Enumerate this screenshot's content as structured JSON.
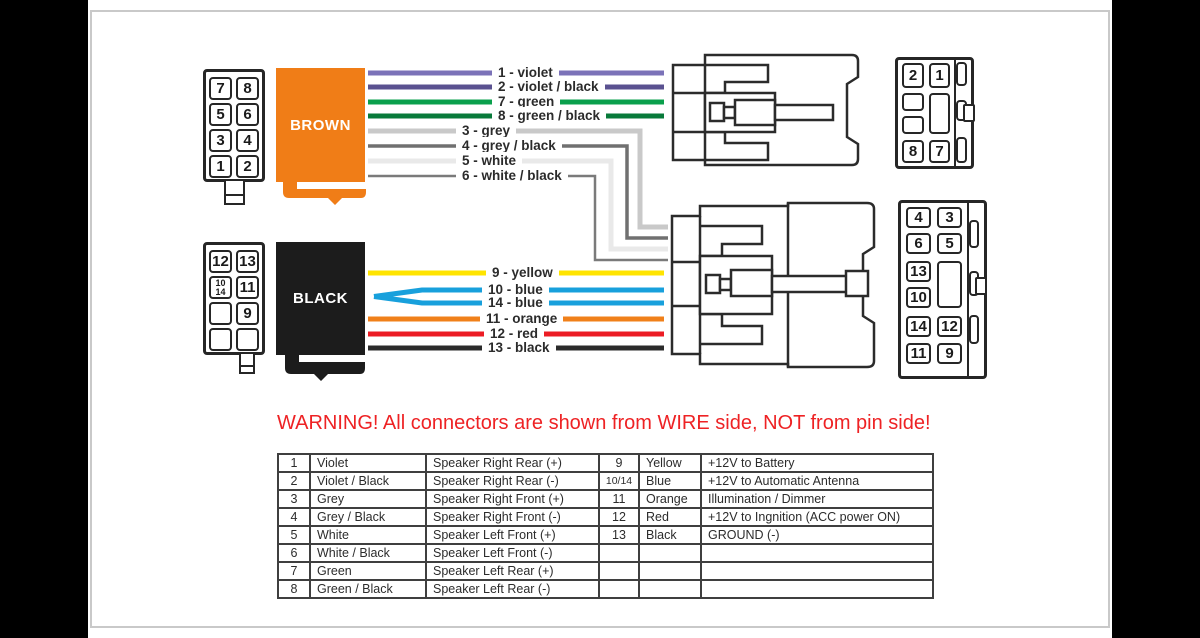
{
  "canvas": {
    "bg": "#000000",
    "card_bg": "#ffffff",
    "card_border": "#c9c9c9"
  },
  "warning": {
    "text": "WARNING! All connectors are shown from WIRE side, NOT from pin side!",
    "color": "#ee2224"
  },
  "iso_blocks": {
    "brown": {
      "label": "BROWN",
      "color": "#f07d17"
    },
    "black": {
      "label": "BLACK",
      "color": "#1c1c1c"
    }
  },
  "pin_grids": {
    "radio_top": {
      "cells": [
        "7",
        "8",
        "5",
        "6",
        "3",
        "4",
        "1",
        "2"
      ]
    },
    "radio_bottom": {
      "cells": [
        "12",
        "13",
        "10/14",
        "11",
        "",
        "9",
        "",
        ""
      ]
    },
    "car_top": {
      "cells": [
        "2",
        "1",
        "",
        "",
        "",
        "8",
        "7"
      ]
    },
    "car_bottom": {
      "cells": [
        "4",
        "3",
        "6",
        "5",
        "13",
        "",
        "10",
        "14",
        "12",
        "11",
        "9"
      ]
    }
  },
  "wires": {
    "top": [
      {
        "num": "1",
        "label": "1 - violet",
        "hex": "#7b72b8"
      },
      {
        "num": "2",
        "label": "2 - violet / black",
        "hex": "#5a5190"
      },
      {
        "num": "7",
        "label": "7 - green",
        "hex": "#0aa04c"
      },
      {
        "num": "8",
        "label": "8 - green / black",
        "hex": "#087a3a"
      },
      {
        "num": "3",
        "label": "3 - grey",
        "hex": "#c9c9c9"
      },
      {
        "num": "4",
        "label": "4 - grey / black",
        "hex": "#707070"
      },
      {
        "num": "5",
        "label": "5 - white",
        "hex": "#e9e9e9"
      },
      {
        "num": "6",
        "label": "6 - white / black",
        "hex": "#7a7a7a"
      }
    ],
    "bottom": [
      {
        "num": "9",
        "label": "9 - yellow",
        "hex": "#ffe400"
      },
      {
        "num": "10",
        "label": "10 - blue",
        "hex": "#18a0dc"
      },
      {
        "num": "14",
        "label": "14 - blue",
        "hex": "#18a0dc"
      },
      {
        "num": "11",
        "label": "11 - orange",
        "hex": "#f0801a"
      },
      {
        "num": "12",
        "label": "12 - red",
        "hex": "#ec1c24"
      },
      {
        "num": "13",
        "label": "13 - black",
        "hex": "#2b2b2b"
      }
    ]
  },
  "table": {
    "speaker_rows": [
      [
        "1",
        "Violet",
        "Speaker Right Rear (+)"
      ],
      [
        "2",
        "Violet / Black",
        "Speaker Right Rear (-)"
      ],
      [
        "3",
        "Grey",
        "Speaker Right Front (+)"
      ],
      [
        "4",
        "Grey / Black",
        "Speaker Right Front (-)"
      ],
      [
        "5",
        "White",
        "Speaker Left Front (+)"
      ],
      [
        "6",
        "White / Black",
        "Speaker Left Front (-)"
      ],
      [
        "7",
        "Green",
        "Speaker Left Rear (+)"
      ],
      [
        "8",
        "Green / Black",
        "Speaker Left Rear (-)"
      ]
    ],
    "power_rows": [
      [
        "9",
        "Yellow",
        "+12V to Battery"
      ],
      [
        "10/14",
        "Blue",
        "+12V to Automatic Antenna"
      ],
      [
        "11",
        "Orange",
        "Illumination / Dimmer"
      ],
      [
        "12",
        "Red",
        "+12V to Ingnition (ACC power ON)"
      ],
      [
        "13",
        "Black",
        "GROUND (-)"
      ],
      [
        "",
        "",
        ""
      ],
      [
        "",
        "",
        ""
      ],
      [
        "",
        "",
        ""
      ]
    ]
  }
}
